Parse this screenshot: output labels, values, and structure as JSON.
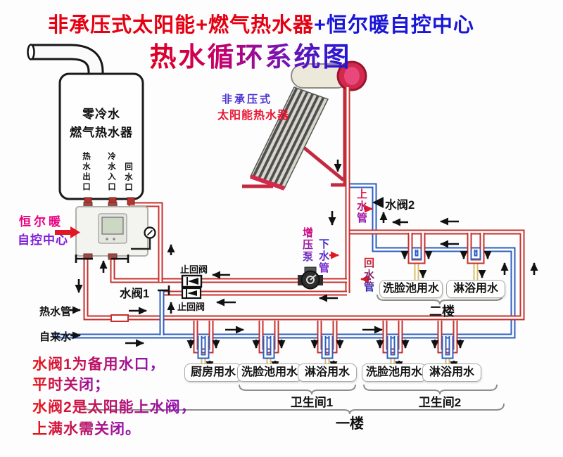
{
  "titles": {
    "line1_red": "非承压式太阳能+燃气热水器",
    "line1_blue": "+恒尔暖自控中心",
    "line2": "热水循环系统图"
  },
  "devices": {
    "gas_heater": {
      "name_line1": "零冷水",
      "name_line2": "燃气热水器",
      "ports": [
        "热水出口",
        "冷水入口",
        "回水口"
      ]
    },
    "controller": {
      "brand": "恒尔暖",
      "name": "自控中心"
    },
    "solar": {
      "type": "非承压式",
      "name": "太阳能热水器"
    },
    "pump_label": "增压泵"
  },
  "pipe_labels": {
    "hot": "热水管",
    "tap": "自来水",
    "up": "上水管",
    "down": "下水管",
    "return": "回水管"
  },
  "valves": {
    "v1": "水阀1",
    "v2": "水阀2",
    "check": "止回阀"
  },
  "floors": {
    "floor2": {
      "label": "二楼",
      "fixtures": [
        "洗脸池用水",
        "淋浴用水"
      ]
    },
    "floor1": {
      "label": "一楼",
      "fixtures": [
        "厨房用水",
        "洗脸池用水",
        "淋浴用水",
        "洗脸池用水",
        "淋浴用水"
      ],
      "groups": {
        "bath1": "卫生间1",
        "bath2": "卫生间2"
      }
    }
  },
  "notes": [
    "水阀1为备用水口，",
    "平时关闭；",
    "水阀2是太阳能上水阀，",
    "上满水需关闭。"
  ],
  "colors": {
    "hot_pipe": "#c5312e",
    "cold_pipe": "#2d5fc0",
    "tap_stub": "#d9bc6a",
    "title_red": "#e60012",
    "title_blue": "#1a16d8",
    "brand_magenta": "#ea0080",
    "brand_purple": "#7d1ed6"
  }
}
